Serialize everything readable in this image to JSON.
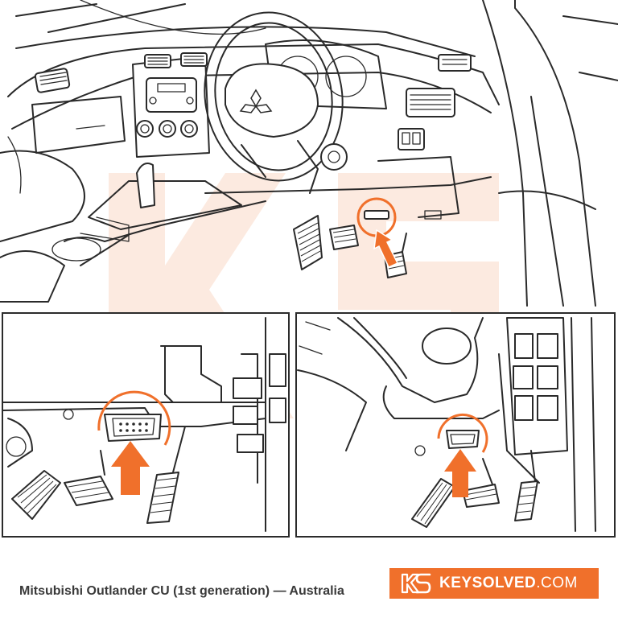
{
  "caption": "Mitsubishi Outlander CU (1st generation) — Australia",
  "brand": {
    "name_bold": "KEYSOLVED",
    "name_suffix": ".COM",
    "color": "#f0702b"
  },
  "colors": {
    "accent": "#f0702b",
    "watermark": "#f7d3bf",
    "line": "#2a2a2a"
  },
  "icons": [
    "mitsubishi-logo-icon",
    "obd-port-icon",
    "arrow-up-icon",
    "keysolved-logo-icon"
  ]
}
